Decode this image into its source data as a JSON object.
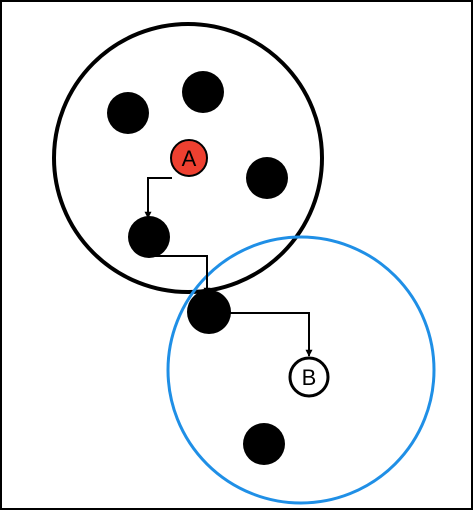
{
  "colors": {
    "background": "#ffffff",
    "frame": "#000000",
    "cluster_black": "#000000",
    "cluster_blue": "#1f8fe6",
    "node_fill": "#000000",
    "node_a_fill": "#ee4030",
    "node_b_fill": "#ffffff",
    "edge": "#000000",
    "label_text": "#000000"
  },
  "diagram": {
    "clusters": [
      {
        "id": "cluster-black",
        "color_key": "cluster_black"
      },
      {
        "id": "cluster-blue",
        "color_key": "cluster_blue"
      }
    ],
    "nodes": [
      {
        "id": "n1",
        "label": "",
        "kind": "plain"
      },
      {
        "id": "n2",
        "label": "",
        "kind": "plain"
      },
      {
        "id": "a",
        "label": "A",
        "kind": "start"
      },
      {
        "id": "n3",
        "label": "",
        "kind": "plain"
      },
      {
        "id": "n4",
        "label": "",
        "kind": "plain"
      },
      {
        "id": "n5",
        "label": "",
        "kind": "plain"
      },
      {
        "id": "b",
        "label": "B",
        "kind": "goal"
      },
      {
        "id": "n6",
        "label": "",
        "kind": "plain"
      }
    ],
    "edges": [
      {
        "from": "a",
        "to": "n4"
      },
      {
        "from": "n4",
        "to": "n5"
      },
      {
        "from": "n5",
        "to": "b"
      }
    ]
  }
}
